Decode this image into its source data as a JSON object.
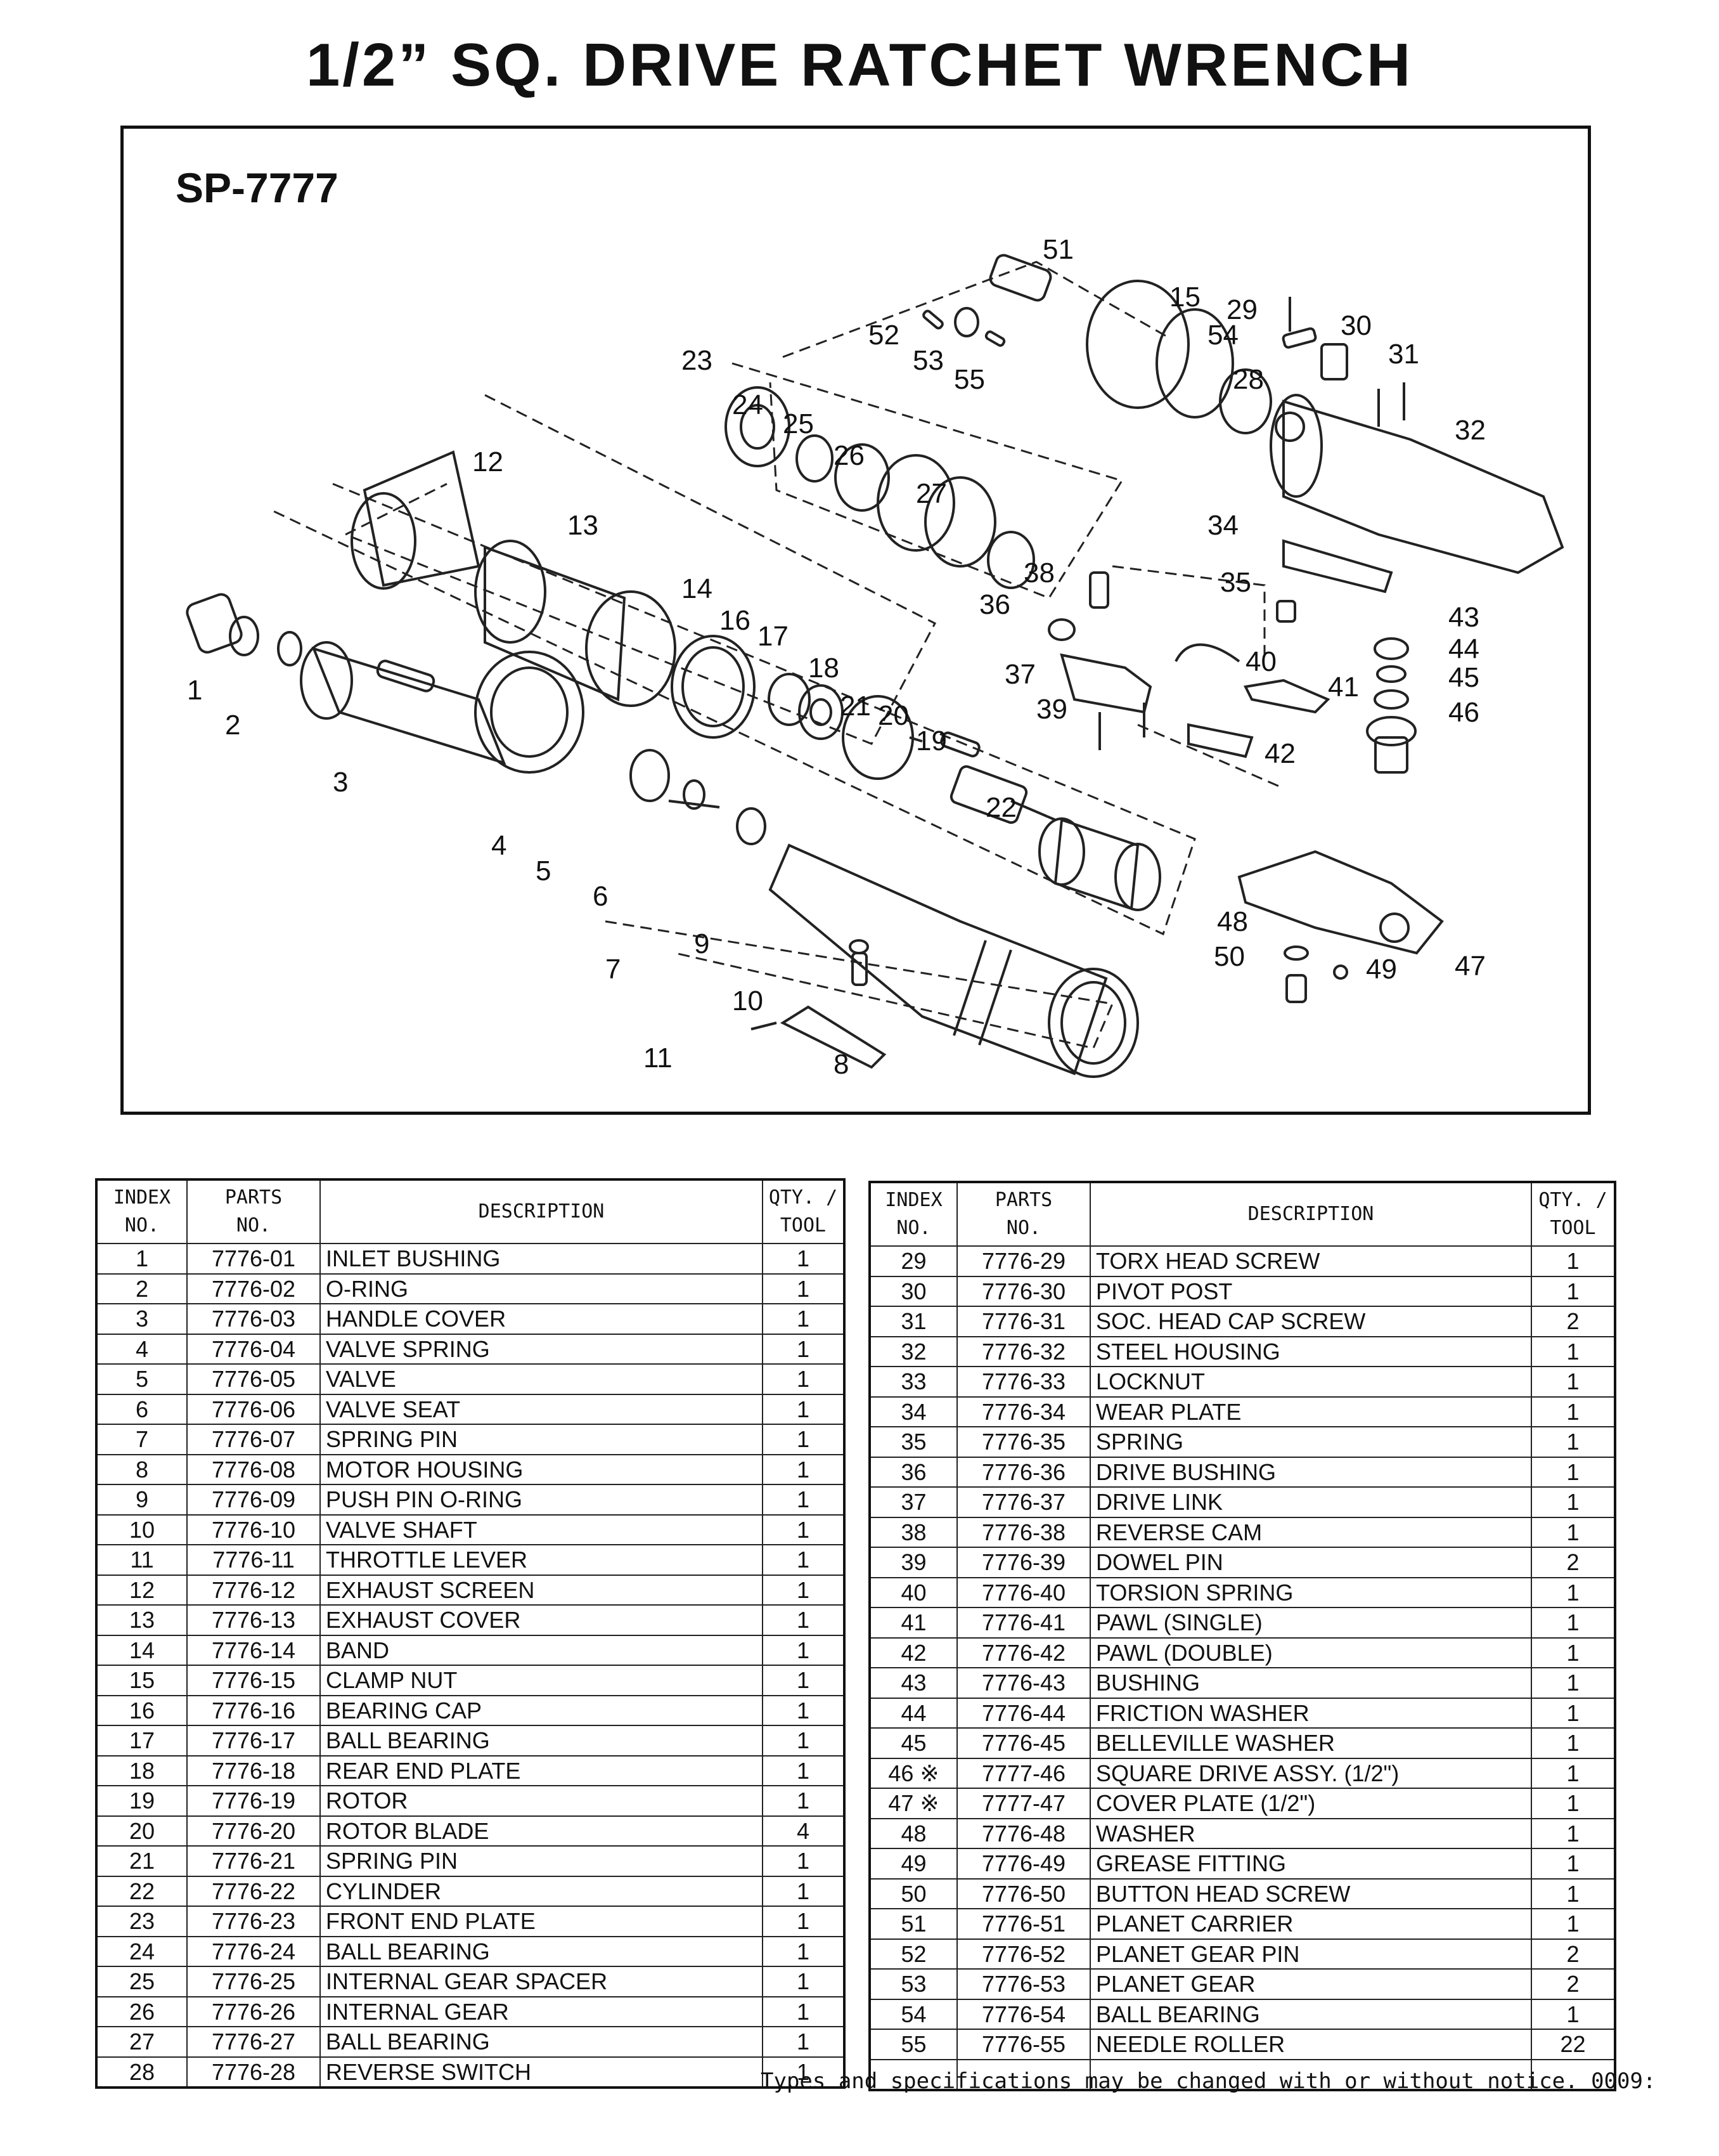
{
  "title": "1/2” SQ. DRIVE  RATCHET WRENCH",
  "model": "SP-7777",
  "diagram_callouts": [
    "1",
    "2",
    "3",
    "4",
    "5",
    "6",
    "7",
    "8",
    "9",
    "10",
    "11",
    "12",
    "13",
    "14",
    "15",
    "16",
    "17",
    "18",
    "19",
    "20",
    "21",
    "22",
    "23",
    "24",
    "25",
    "26",
    "27",
    "28",
    "29",
    "30",
    "31",
    "32",
    "34",
    "35",
    "36",
    "37",
    "38",
    "39",
    "40",
    "41",
    "42",
    "43",
    "44",
    "45",
    "46",
    "47",
    "48",
    "49",
    "50",
    "51",
    "52",
    "53",
    "54",
    "55"
  ],
  "table_headers": {
    "index": [
      "INDEX",
      "NO."
    ],
    "parts": [
      "PARTS",
      "NO."
    ],
    "description": "DESCRIPTION",
    "qty": [
      "QTY. /",
      "TOOL"
    ]
  },
  "parts_left": [
    {
      "index": "1",
      "part": "7776-01",
      "description": "INLET BUSHING",
      "qty": "1"
    },
    {
      "index": "2",
      "part": "7776-02",
      "description": "O-RING",
      "qty": "1"
    },
    {
      "index": "3",
      "part": "7776-03",
      "description": "HANDLE COVER",
      "qty": "1"
    },
    {
      "index": "4",
      "part": "7776-04",
      "description": "VALVE SPRING",
      "qty": "1"
    },
    {
      "index": "5",
      "part": "7776-05",
      "description": "VALVE",
      "qty": "1"
    },
    {
      "index": "6",
      "part": "7776-06",
      "description": "VALVE SEAT",
      "qty": "1"
    },
    {
      "index": "7",
      "part": "7776-07",
      "description": "SPRING PIN",
      "qty": "1"
    },
    {
      "index": "8",
      "part": "7776-08",
      "description": "MOTOR HOUSING",
      "qty": "1"
    },
    {
      "index": "9",
      "part": "7776-09",
      "description": "PUSH PIN O-RING",
      "qty": "1"
    },
    {
      "index": "10",
      "part": "7776-10",
      "description": "VALVE SHAFT",
      "qty": "1"
    },
    {
      "index": "11",
      "part": "7776-11",
      "description": "THROTTLE LEVER",
      "qty": "1"
    },
    {
      "index": "12",
      "part": "7776-12",
      "description": "EXHAUST SCREEN",
      "qty": "1"
    },
    {
      "index": "13",
      "part": "7776-13",
      "description": "EXHAUST COVER",
      "qty": "1"
    },
    {
      "index": "14",
      "part": "7776-14",
      "description": "BAND",
      "qty": "1"
    },
    {
      "index": "15",
      "part": "7776-15",
      "description": "CLAMP NUT",
      "qty": "1"
    },
    {
      "index": "16",
      "part": "7776-16",
      "description": "BEARING CAP",
      "qty": "1"
    },
    {
      "index": "17",
      "part": "7776-17",
      "description": "BALL BEARING",
      "qty": "1"
    },
    {
      "index": "18",
      "part": "7776-18",
      "description": "REAR END PLATE",
      "qty": "1"
    },
    {
      "index": "19",
      "part": "7776-19",
      "description": "ROTOR",
      "qty": "1"
    },
    {
      "index": "20",
      "part": "7776-20",
      "description": "ROTOR BLADE",
      "qty": "4"
    },
    {
      "index": "21",
      "part": "7776-21",
      "description": "SPRING PIN",
      "qty": "1"
    },
    {
      "index": "22",
      "part": "7776-22",
      "description": "CYLINDER",
      "qty": "1"
    },
    {
      "index": "23",
      "part": "7776-23",
      "description": "FRONT END PLATE",
      "qty": "1"
    },
    {
      "index": "24",
      "part": "7776-24",
      "description": "BALL BEARING",
      "qty": "1"
    },
    {
      "index": "25",
      "part": "7776-25",
      "description": "INTERNAL GEAR SPACER",
      "qty": "1"
    },
    {
      "index": "26",
      "part": "7776-26",
      "description": "INTERNAL GEAR",
      "qty": "1"
    },
    {
      "index": "27",
      "part": "7776-27",
      "description": "BALL BEARING",
      "qty": "1"
    },
    {
      "index": "28",
      "part": "7776-28",
      "description": "REVERSE SWITCH",
      "qty": "1"
    }
  ],
  "parts_right": [
    {
      "index": "29",
      "part": "7776-29",
      "description": "TORX HEAD SCREW",
      "qty": "1"
    },
    {
      "index": "30",
      "part": "7776-30",
      "description": "PIVOT POST",
      "qty": "1"
    },
    {
      "index": "31",
      "part": "7776-31",
      "description": "SOC. HEAD CAP SCREW",
      "qty": "2"
    },
    {
      "index": "32",
      "part": "7776-32",
      "description": "STEEL HOUSING",
      "qty": "1"
    },
    {
      "index": "33",
      "part": "7776-33",
      "description": "LOCKNUT",
      "qty": "1"
    },
    {
      "index": "34",
      "part": "7776-34",
      "description": "WEAR PLATE",
      "qty": "1"
    },
    {
      "index": "35",
      "part": "7776-35",
      "description": "SPRING",
      "qty": "1"
    },
    {
      "index": "36",
      "part": "7776-36",
      "description": "DRIVE BUSHING",
      "qty": "1"
    },
    {
      "index": "37",
      "part": "7776-37",
      "description": "DRIVE LINK",
      "qty": "1"
    },
    {
      "index": "38",
      "part": "7776-38",
      "description": "REVERSE CAM",
      "qty": "1"
    },
    {
      "index": "39",
      "part": "7776-39",
      "description": "DOWEL PIN",
      "qty": "2"
    },
    {
      "index": "40",
      "part": "7776-40",
      "description": "TORSION SPRING",
      "qty": "1"
    },
    {
      "index": "41",
      "part": "7776-41",
      "description": "PAWL (SINGLE)",
      "qty": "1"
    },
    {
      "index": "42",
      "part": "7776-42",
      "description": "PAWL (DOUBLE)",
      "qty": "1"
    },
    {
      "index": "43",
      "part": "7776-43",
      "description": "BUSHING",
      "qty": "1"
    },
    {
      "index": "44",
      "part": "7776-44",
      "description": "FRICTION WASHER",
      "qty": "1"
    },
    {
      "index": "45",
      "part": "7776-45",
      "description": "BELLEVILLE WASHER",
      "qty": "1"
    },
    {
      "index": "46 ※",
      "part": "7777-46",
      "description": "SQUARE DRIVE ASSY. (1/2\")",
      "qty": "1"
    },
    {
      "index": "47 ※",
      "part": "7777-47",
      "description": "COVER PLATE (1/2\")",
      "qty": "1"
    },
    {
      "index": "48",
      "part": "7776-48",
      "description": "WASHER",
      "qty": "1"
    },
    {
      "index": "49",
      "part": "7776-49",
      "description": "GREASE FITTING",
      "qty": "1"
    },
    {
      "index": "50",
      "part": "7776-50",
      "description": "BUTTON HEAD SCREW",
      "qty": "1"
    },
    {
      "index": "51",
      "part": "7776-51",
      "description": "PLANET CARRIER",
      "qty": "1"
    },
    {
      "index": "52",
      "part": "7776-52",
      "description": "PLANET GEAR PIN",
      "qty": "2"
    },
    {
      "index": "53",
      "part": "7776-53",
      "description": "PLANET GEAR",
      "qty": "2"
    },
    {
      "index": "54",
      "part": "7776-54",
      "description": "BALL BEARING",
      "qty": "1"
    },
    {
      "index": "55",
      "part": "7776-55",
      "description": "NEEDLE ROLLER",
      "qty": "22"
    },
    {
      "index": "",
      "part": "",
      "description": "",
      "qty": ""
    }
  ],
  "footnote": "Types and specifications may be changed with or without notice. 0009:"
}
